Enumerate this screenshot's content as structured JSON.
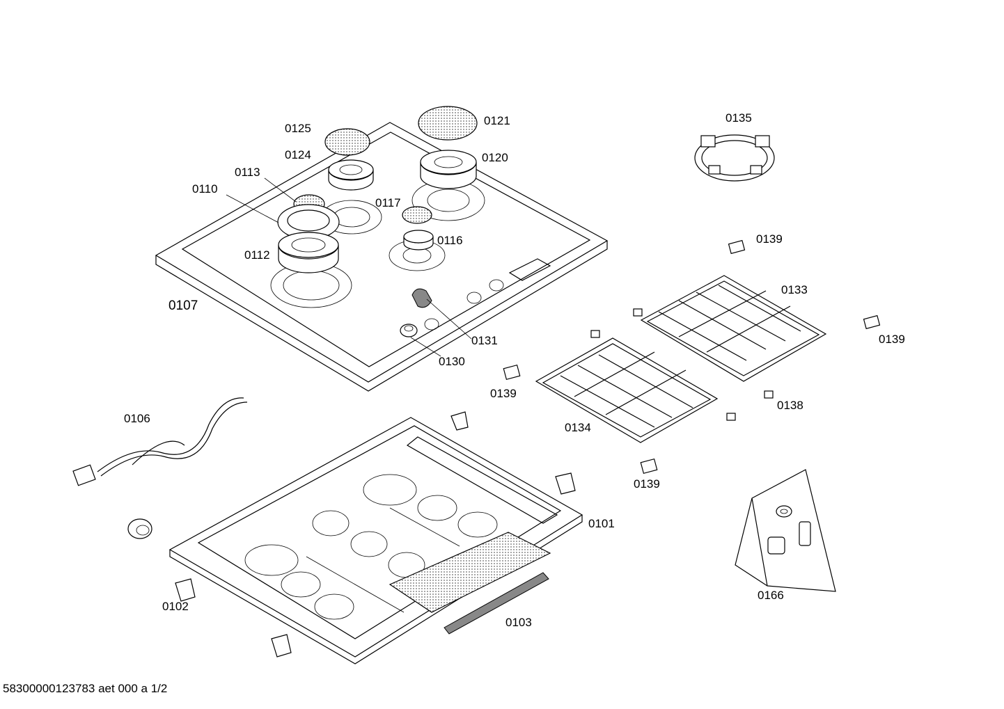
{
  "parts": {
    "p0101": "0101",
    "p0102": "0102",
    "p0103": "0103",
    "p0106": "0106",
    "p0107": "0107",
    "p0110": "0110",
    "p0112": "0112",
    "p0113": "0113",
    "p0116": "0116",
    "p0117": "0117",
    "p0120": "0120",
    "p0121": "0121",
    "p0124": "0124",
    "p0125": "0125",
    "p0130": "0130",
    "p0131": "0131",
    "p0133": "0133",
    "p0134": "0134",
    "p0135": "0135",
    "p0138": "0138",
    "p0139a": "0139",
    "p0139b": "0139",
    "p0139c": "0139",
    "p0139d": "0139",
    "p0166": "0166"
  },
  "footer": {
    "document_id": "58300000123783 aet 000 a 1/2"
  }
}
